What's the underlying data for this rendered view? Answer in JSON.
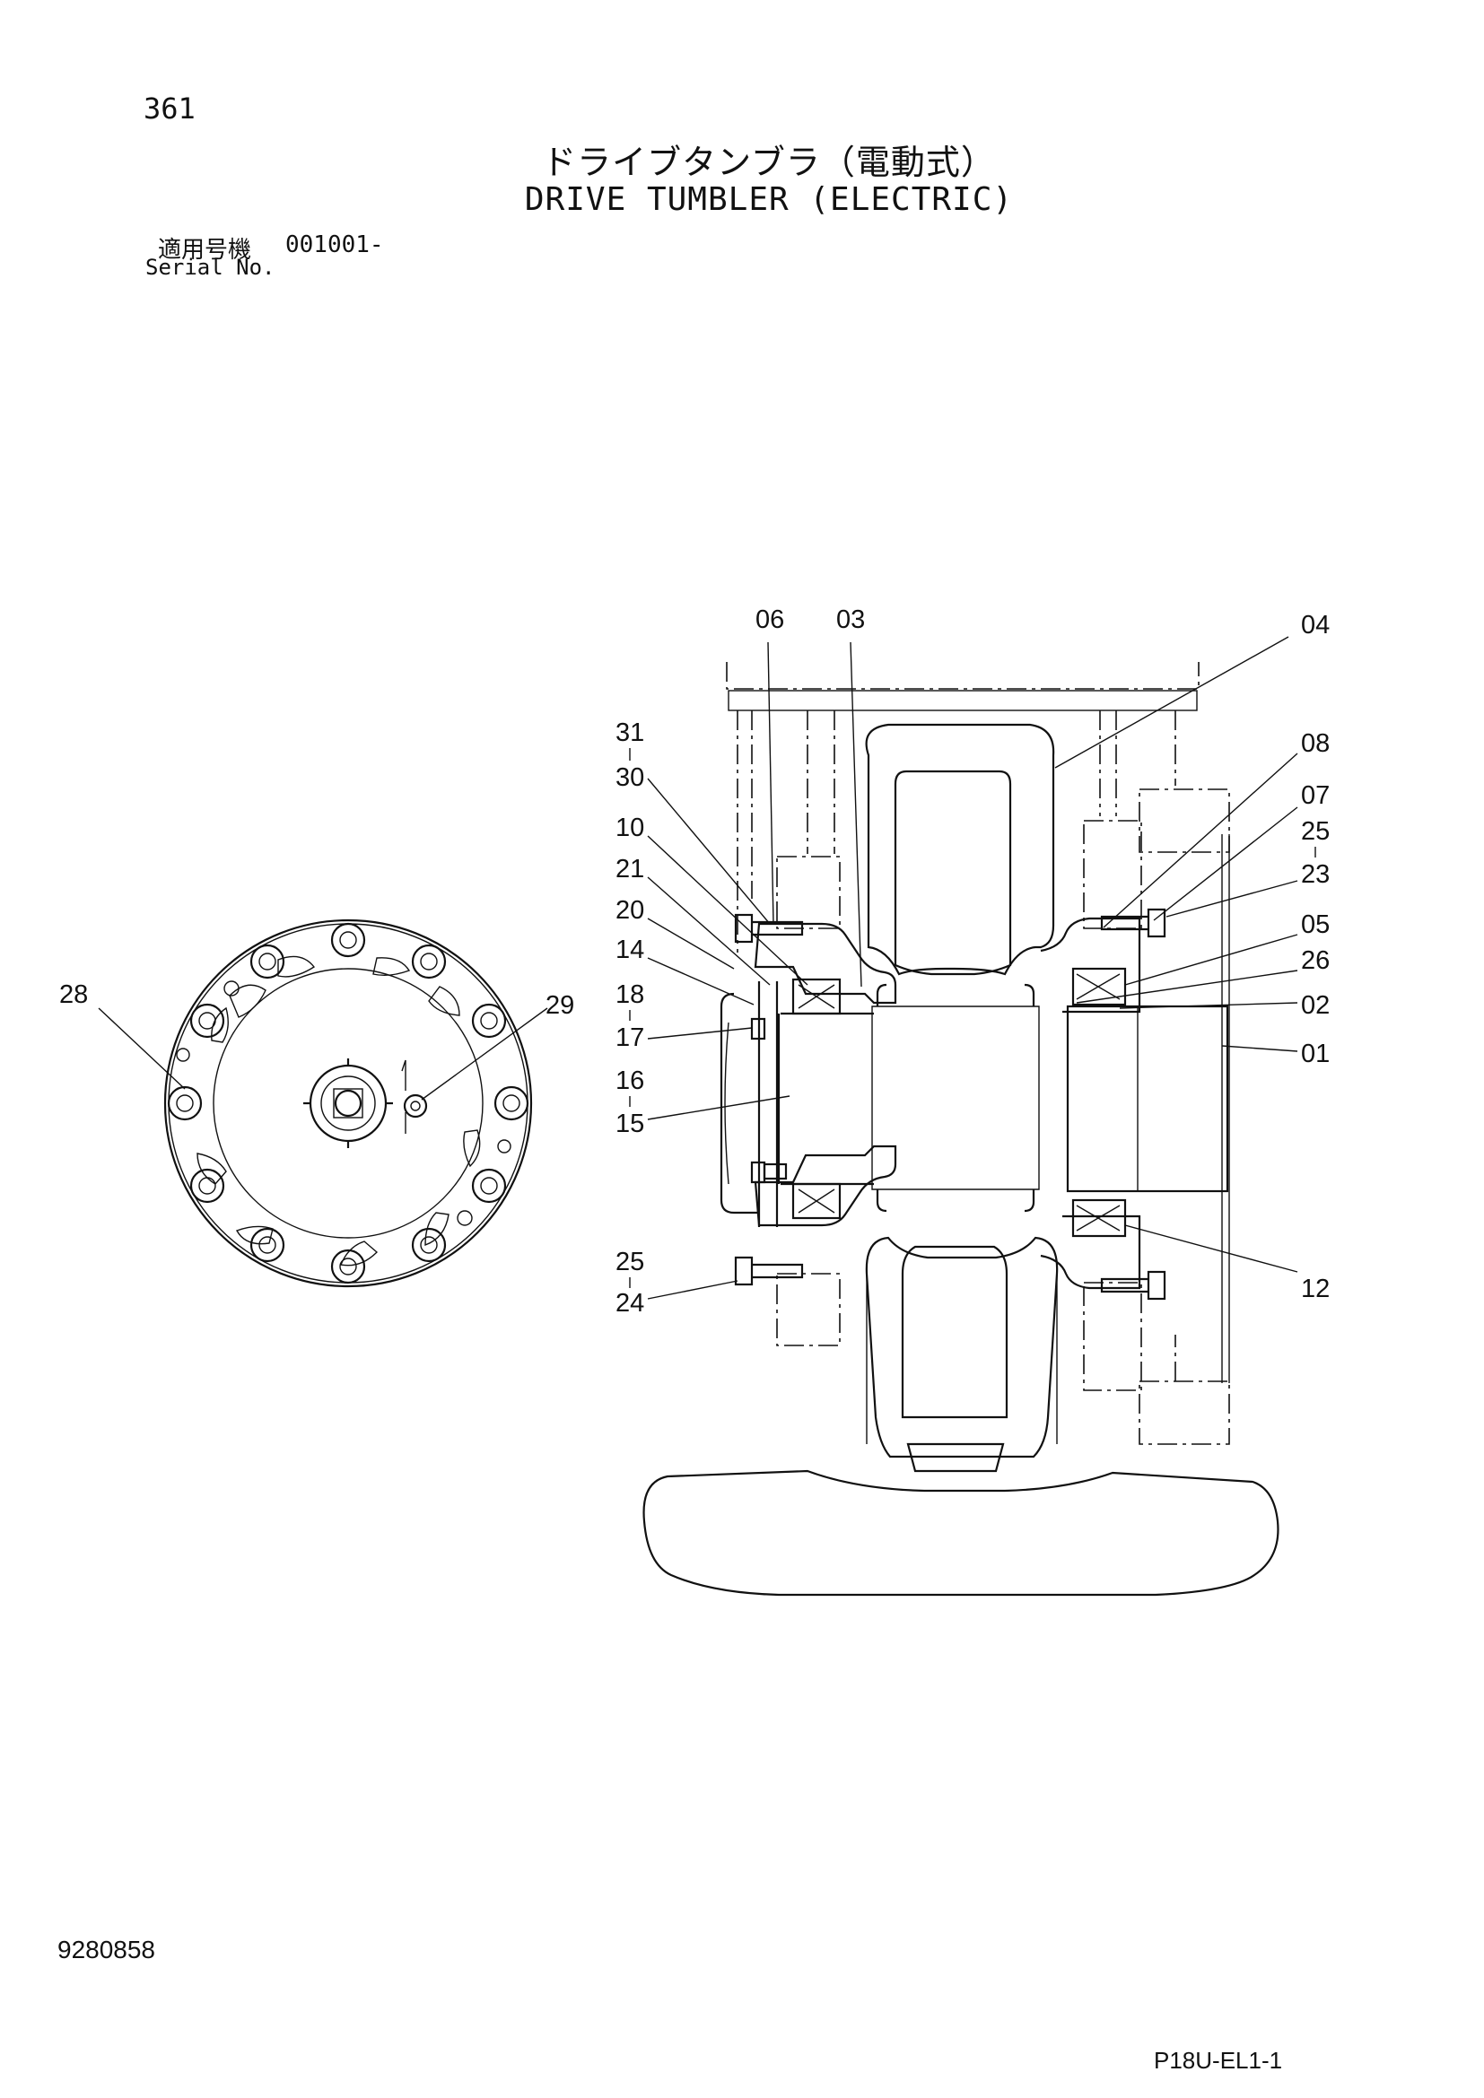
{
  "header": {
    "page_number": "361",
    "title_jp": "ドライブタンブラ（電動式）",
    "title_en": "DRIVE TUMBLER (ELECTRIC)",
    "serial_label_jp": "適用号機",
    "serial_value": "001001-",
    "serial_label_en": "Serial No."
  },
  "callouts": {
    "c06": "06",
    "c03": "03",
    "c04": "04",
    "c31": "31",
    "c30": "30",
    "c10": "10",
    "c21": "21",
    "c20": "20",
    "c14": "14",
    "c18": "18",
    "c17": "17",
    "c16": "16",
    "c15": "15",
    "c25a": "25",
    "c24": "24",
    "c08": "08",
    "c07": "07",
    "c25b": "25",
    "c23": "23",
    "c05": "05",
    "c26": "26",
    "c02": "02",
    "c01": "01",
    "c12": "12",
    "c28": "28",
    "c29": "29"
  },
  "footer": {
    "document_number": "9280858",
    "page_code": "P18U-EL1-1"
  }
}
